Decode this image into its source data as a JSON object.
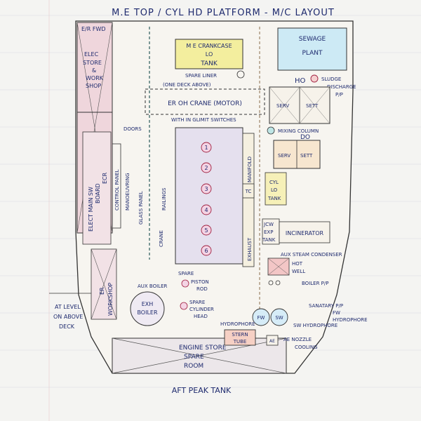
{
  "title": "M.E TOP / CYL HD PLATFORM - M/C LAYOUT",
  "colors": {
    "ink": "#1e2a6e",
    "pencil": "#555555",
    "paper": "#f4f4f2"
  },
  "labels": {
    "er_fwd": "E/R FWD",
    "elec_store_1": "ELEC",
    "elec_store_2": "STORE",
    "elec_store_3": "&",
    "elec_store_4": "WORK",
    "elec_store_5": "SHOP",
    "crankcase_1": "M E CRANKCASE",
    "crankcase_2": "LO",
    "crankcase_3": "TANK",
    "sewage_1": "SEWAGE",
    "sewage_2": "PLANT",
    "spare_liner": "SPARE LINER",
    "one_deck_above": "(ONE DECK ABOVE)",
    "er_oh_crane": "ER OH CRANE (MOTOR)",
    "glimit_switches": "WITH IN GLIMIT SWITCHES",
    "sludge_discharge_1": "SLUDGE",
    "sludge_discharge_2": "DISCHARGE",
    "sludge_discharge_3": "P/P",
    "ho": "HO",
    "serv_1": "SERV",
    "sett_1": "SETT",
    "serv_2": "SERV",
    "sett_2": "SETT",
    "do": "DO",
    "mixing_column": "MIXING COLUMN",
    "doors": "DOORS",
    "ecr_1": "ELECT MAIN SW",
    "ecr_2": "BOARD",
    "ecr_3": "ECR",
    "control_panel": "CONTROL PANEL",
    "manoeuvring": "MANOEUVRING",
    "glass_panel": "GLASS PANEL",
    "railings": "RAILINGS",
    "crane": "CRANE",
    "manifold": "MANIFOLD",
    "tc": "TC",
    "exhaust": "EXHAUST",
    "cyl_lo_1": "CYL",
    "cyl_lo_2": "LO",
    "cyl_lo_3": "TANK",
    "jcw_1": "JCW",
    "jcw_2": "EXP",
    "jcw_3": "TANK",
    "incinerator": "INCINERATOR",
    "aux_steam_condenser": "AUX STEAM CONDENSER",
    "hot_well_1": "HOT",
    "hot_well_2": "WELL",
    "boiler_pp": "BOILER P/P",
    "spare_piston_rod_1": "SPARE",
    "spare_piston_rod_2": "PISTON",
    "spare_piston_rod_3": "ROD",
    "aux_boiler": "AUX BOILER",
    "exh_boiler_1": "EXH",
    "exh_boiler_2": "BOILER",
    "spare_cyl_head_1": "SPARE",
    "spare_cyl_head_2": "CYLINDER",
    "spare_cyl_head_3": "HEAD",
    "er_workshop_1": "ER",
    "er_workshop_2": "WORKSHOP",
    "at_level_1": "AT LEVEL",
    "at_level_2": "ON ABOVE",
    "at_level_3": "DECK",
    "sanitary_pp": "SANATARY P/P",
    "fw_hydrophore_1": "FW",
    "fw_hydrophore_2": "HYDROPHORE",
    "hydrophore_left": "HYDROPHORE",
    "sw_hydrophore": "SW HYDROPHORE",
    "fw_small": "FW",
    "sw_small": "SW",
    "stern_tube_1": "STERN",
    "stern_tube_2": "TUBE",
    "ae_nozzle_1": "AE NOZZLE",
    "ae_nozzle_2": "COOLING",
    "ae_small": "AE",
    "engine_store_1": "ENGINE STORE",
    "engine_store_2": "SPARE",
    "engine_store_3": "ROOM",
    "aft_peak_tank": "AFT PEAK TANK",
    "cylinder_numbers": [
      "1",
      "2",
      "3",
      "4",
      "5",
      "6"
    ]
  }
}
